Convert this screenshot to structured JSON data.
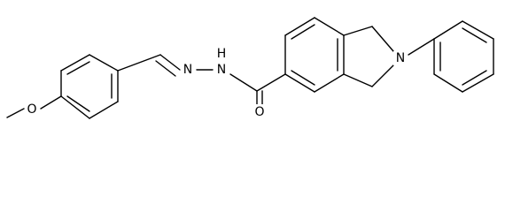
{
  "diagram": {
    "atoms": {
      "methoxy_o": "O",
      "imine_n": "N",
      "hydrazide_n": "N",
      "amide_nh": "H",
      "carbonyl_o": "O",
      "ring_n": "N"
    }
  }
}
